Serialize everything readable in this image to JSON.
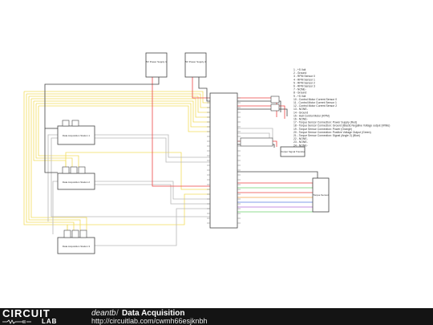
{
  "boxes": {
    "supply1": "5V Power Supply 1",
    "supply2": "5V Power Supply 2",
    "daq1": "Data Acquisition Station 1",
    "daq2": "Data Acquisition Station 2",
    "daq3": "Data Acquisition Station 3",
    "sensor": "Torque Sensor",
    "interface": "Output Signal Transfer"
  },
  "pinout": [
    "1 - +5 Volt",
    "2 - Ground",
    "3 - RPM Sensor 0",
    "4 - RPM Sensor 1",
    "5 - RPM Sensor 2",
    "6 - RPM Sensor 3",
    "7 - NONE-",
    "8 - Ground",
    "9 - +5 Volt",
    "10 - Control Motor Current Sensor 0",
    "11 - Control Motor Current Sensor 1",
    "12 - Control Motor Current Sensor 2",
    "13 - NONE-",
    "14 - Ground",
    "15 - Hall Control Motor (RPM)",
    "16 - NONE-",
    "17 - Torque Sensor Connection: Power Supply (Red)",
    "18 - Torque Sensor Connection: Ground (Black) Negative Voltage output (White)",
    "19 - Torque Sensor Connection: Power (Orange)",
    "20 - Torque Sensor Connection: Positive Voltage Output (Green)",
    "21 - Torque Sensor Connection: Signal (Angle 2) (Blue)",
    "22 - NONE-",
    "23 - NONE-",
    "24 - NONE-"
  ],
  "colors": {
    "yellow": "#f2dc5c",
    "red": "#ee4444",
    "black": "#444444",
    "grey": "#b8b8b8",
    "green": "#6bd36b",
    "blue": "#5a7de0",
    "purple": "#b56ad8",
    "footer": "#141414"
  },
  "footer": {
    "logo_top": "CIRCUIT",
    "logo_bottom": "LAB",
    "user": "deantb",
    "separator": "/",
    "title": "Data Acquisition",
    "url": "http://circuitlab.com/cwmh66esjknbh"
  }
}
